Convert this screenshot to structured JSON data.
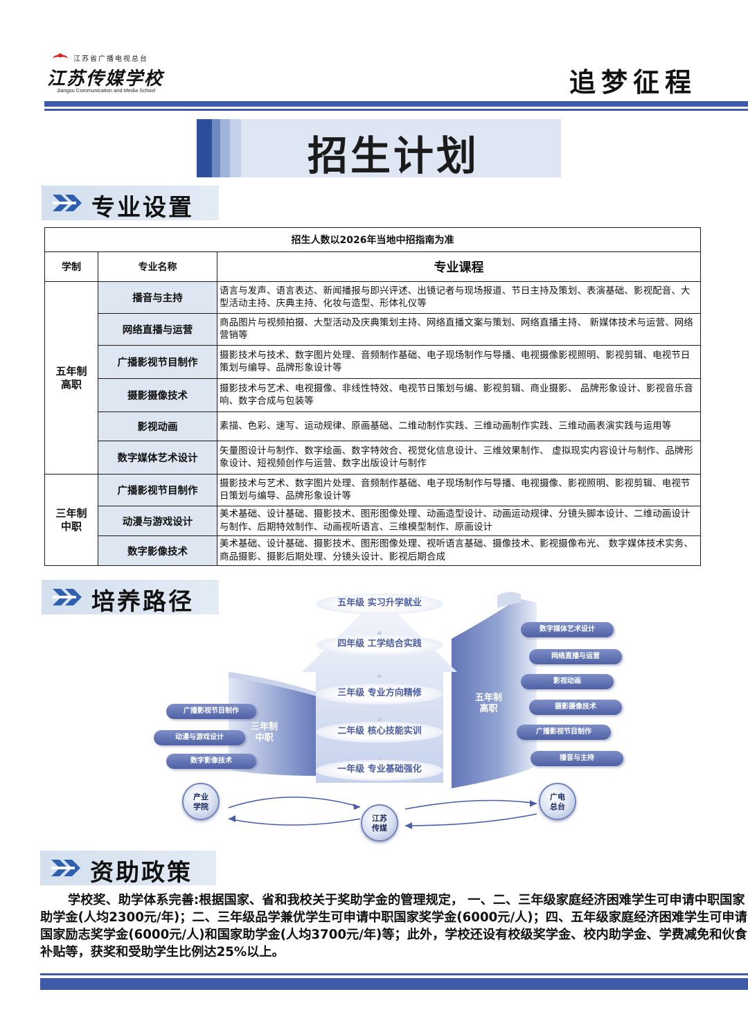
{
  "header": {
    "logo_sub": "江苏省广播电视总台",
    "logo_name": "江苏传媒学校",
    "logo_en": "Jiangsu Communication and Media School",
    "slogan": "追梦征程"
  },
  "title": "招生计划",
  "colors": {
    "primary_blue": "#3f5ba8",
    "light_blue": "#dde6f2",
    "pill_blue": "#5a6cae"
  },
  "sections": {
    "majors": "专业设置",
    "pathway": "培养路径",
    "aid": "资助政策"
  },
  "table": {
    "note": "招生人数以2026年当地中招指南为准",
    "headers": {
      "level": "学制",
      "major": "专业名称",
      "courses": "专业课程"
    },
    "groups": [
      {
        "level": "五年制\n高职",
        "rows": [
          {
            "major": "播音与主持",
            "courses": "语言与发声、语言表达、新闻播报与即兴评述、出镜记者与现场报道、节日主持及策划、表演基础、影视配音、大型活动主持、庆典主持、化妆与造型、形体礼仪等"
          },
          {
            "major": "网络直播与运营",
            "courses": "商品图片与视频拍摄、大型活动及庆典策划主持、网络直播文案与策划、网络直播主持、 新媒体技术与运营、网络营销等"
          },
          {
            "major": "广播影视节目制作",
            "courses": "摄影技术与技术、数字图片处理、音频制作基础、电子现场制作与导播、电视摄像影视照明、影视剪辑、电视节日策划与编导、品牌形象设计等"
          },
          {
            "major": "摄影摄像技术",
            "courses": "摄影技术与艺术、电视摄像、非线性特效、电视节日策划与编、影视剪辑、商业摄影、 品牌形象设计、影视音乐音响、数字合成与包装等"
          },
          {
            "major": "影视动画",
            "courses": "素描、色彩、速写、运动规律、原画基础、二维动制作实践、三维动画制作实践、三维动画表演实践与运用等"
          },
          {
            "major": "数字媒体艺术设计",
            "courses": "矢量图设计与制作、数字绘画、数字特效合、视觉化信息设计、三维效果制作、 虚拟现实内容设计与制作、品牌形象设计、短视频创作与运营、数字出版设计与制作"
          }
        ]
      },
      {
        "level": "三年制\n中职",
        "rows": [
          {
            "major": "广播影视节目制作",
            "courses": "摄影技术与艺术、数字图片处理、音频制作基础、电子现场制作与导播、电视摄像、影视照明、影视剪辑、电视节日策划与编导、品牌形象设计等"
          },
          {
            "major": "动漫与游戏设计",
            "courses": "美术基础、设计基础、摄影技术、图形图像处理、动画造型设计、动画运动规律、分镜头脚本设计、二维动画设计与制作、后期特效制作、动画视听语言、三维模型制作、原画设计"
          },
          {
            "major": "数字影像技术",
            "courses": "美术基础、设计基础、摄影技术、图形图像处理、视听语言基础、摄像技术、影视摄像布光、 数字媒体技术实务、商品摄影、摄影后期处理、分镜头设计、影视后期合成"
          }
        ]
      }
    ]
  },
  "pathway": {
    "stages": [
      "五年级 实习升学就业",
      "四年级 工学结合实践",
      "三年级 专业方向精修",
      "二年级 核心技能实训",
      "一年级 专业基础强化"
    ],
    "left_label": "三年制\n中职",
    "right_label": "五年制\n高职",
    "left_pills": [
      "广播影视节目制作",
      "动漫与游戏设计",
      "数字影像技术"
    ],
    "right_pills": [
      "数字媒体艺术设计",
      "网络直播与运营",
      "影视动画",
      "摄影摄像技术",
      "广播影视节目制作",
      "播音与主持"
    ],
    "nodes": [
      "产业\n学院",
      "江苏\n传媒",
      "广电\n总台"
    ]
  },
  "aid_text": "学校奖、助学体系完善:根据国家、省和我校关于奖助学金的管理规定， 一、二、三年级家庭经济困难学生可申请中职国家助学金(人均2300元/年)；二、三年级品学兼优学生可申请中职国家奖学金(6000元/人)；四、五年级家庭经济困难学生可申请国家励志奖学金(6000元/人)和国家助学金(人均3700元/年)等；此外，学校还设有校级奖学金、校内助学金、学费减免和伙食补贴等，获奖和受助学生比例达25%以上。"
}
